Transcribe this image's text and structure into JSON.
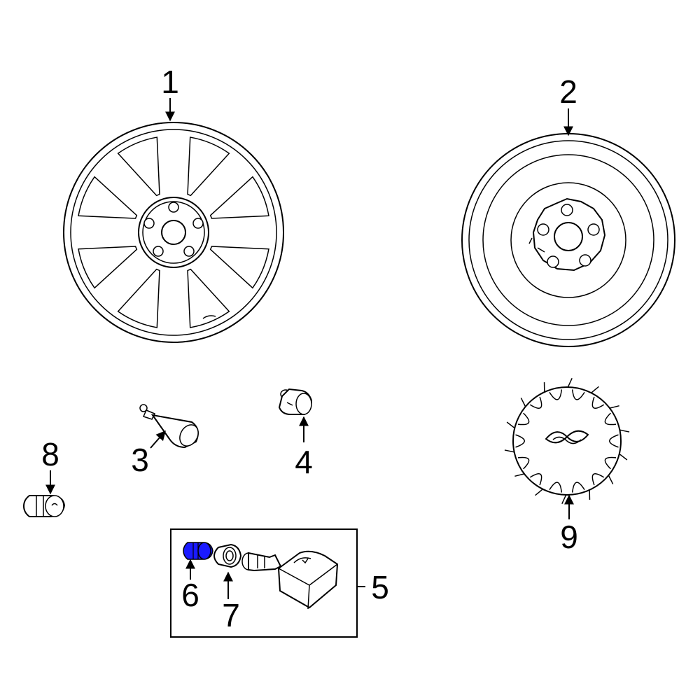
{
  "colors": {
    "line": "#000000",
    "background": "#ffffff",
    "highlight": "#1a1aff"
  },
  "callouts": {
    "c1": "1",
    "c2": "2",
    "c3": "3",
    "c4": "4",
    "c5": "5",
    "c6": "6",
    "c7": "7",
    "c8": "8",
    "c9": "9"
  },
  "highlighted_part": "6"
}
